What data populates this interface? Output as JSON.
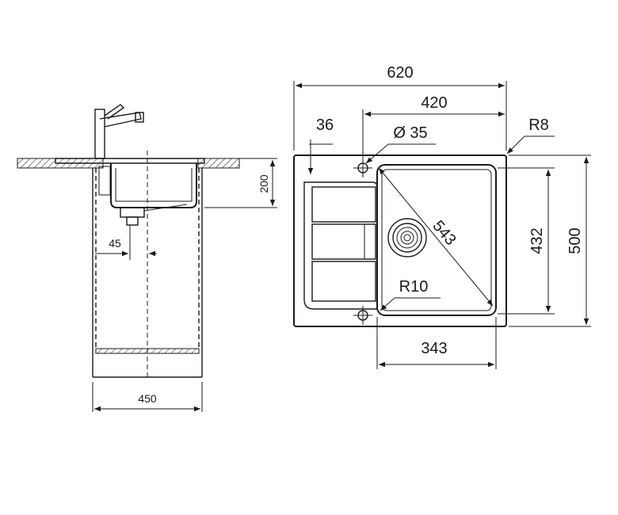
{
  "dimensions": {
    "overall_width": "620",
    "bowl_width_top": "420",
    "hole_offset": "36",
    "hole_diameter": "Ø 35",
    "corner_radius_outer": "R8",
    "diagonal": "543",
    "bowl_length": "432",
    "overall_length": "500",
    "bowl_corner_radius": "R10",
    "bowl_width_bottom": "343",
    "cabinet_width": "450",
    "bowl_depth": "200",
    "drain_offset": "45"
  },
  "colors": {
    "line": "#1a1a1a",
    "background": "#ffffff"
  }
}
